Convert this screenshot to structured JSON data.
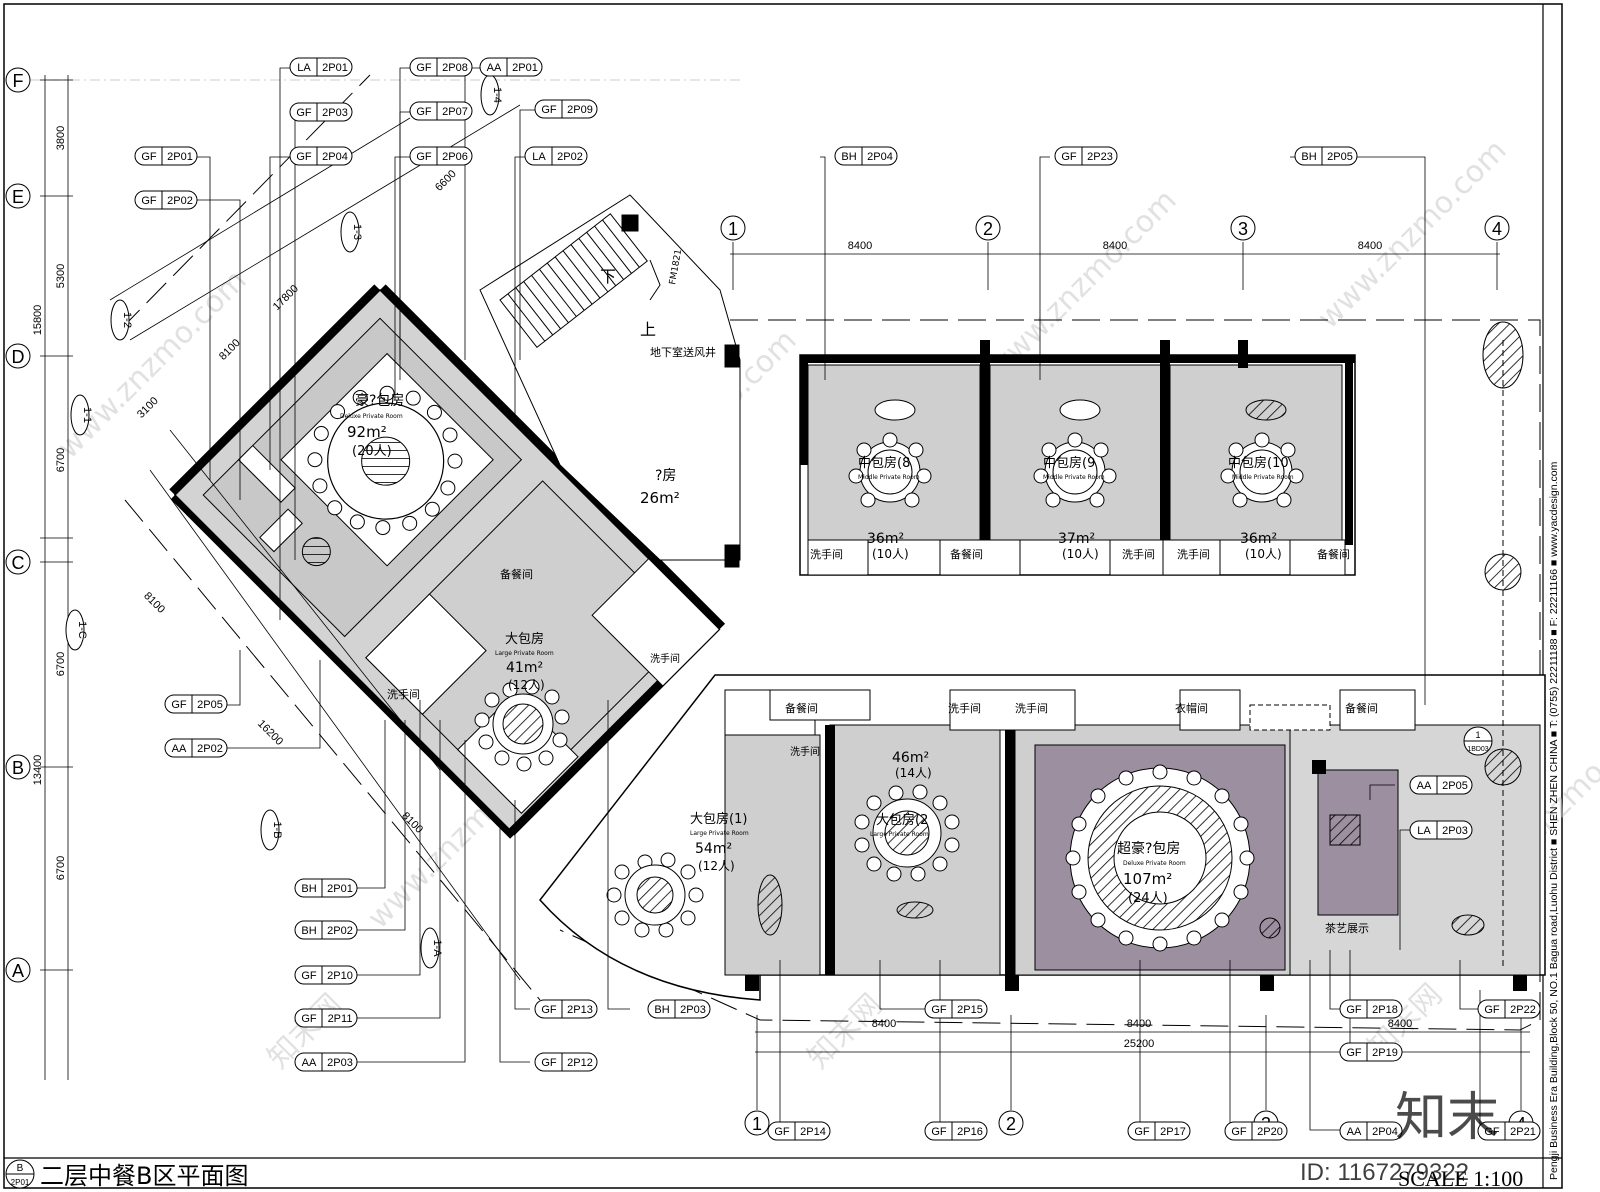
{
  "title": {
    "label": "二层中餐B区平面图",
    "bubble_top": "B",
    "bubble_bottom": "2P01",
    "scale": "SCALE 1:100"
  },
  "right_strip": {
    "text": "Pengji Business Era Building,Block 50, NO.1 Bagua road,Luohu District ■ SHEN ZHEN CHINA ■ T: (0755) 22211188 ■ F: 22211166 ■ www.yacdesign.com"
  },
  "watermark": {
    "site": "www.znzmo.com",
    "brand": "知末网",
    "logo": "知末",
    "id": "ID: 1167279322"
  },
  "grid_left": {
    "letters": [
      "F",
      "E",
      "D",
      "C",
      "B",
      "A"
    ],
    "dims_inner": [
      "3800",
      "5300",
      "6700",
      "6700",
      "6700"
    ],
    "dims_outer": [
      "15800",
      "13400"
    ]
  },
  "grid_top": {
    "numbers": [
      "1",
      "2",
      "3",
      "4"
    ],
    "dims": [
      "8400",
      "8400",
      "8400"
    ]
  },
  "grid_bottom": {
    "numbers": [
      "1",
      "2",
      "3",
      "4"
    ],
    "dims": [
      "8400",
      "8400",
      "8400"
    ],
    "total": "25200"
  },
  "diag_dims": [
    "6600",
    "17800",
    "8100",
    "3100",
    "8100",
    "16200",
    "8100"
  ],
  "tags": {
    "la_2p01": [
      "LA",
      "2P01"
    ],
    "gf_2p08": [
      "GF",
      "2P08"
    ],
    "aa_2p01": [
      "AA",
      "2P01"
    ],
    "gf_2p03": [
      "GF",
      "2P03"
    ],
    "gf_2p07": [
      "GF",
      "2P07"
    ],
    "gf_2p09": [
      "GF",
      "2P09"
    ],
    "gf_2p01": [
      "GF",
      "2P01"
    ],
    "gf_2p04": [
      "GF",
      "2P04"
    ],
    "gf_2p06": [
      "GF",
      "2P06"
    ],
    "la_2p02": [
      "LA",
      "2P02"
    ],
    "gf_2p02": [
      "GF",
      "2P02"
    ],
    "bh_2p04": [
      "BH",
      "2P04"
    ],
    "gf_2p23": [
      "GF",
      "2P23"
    ],
    "bh_2p05": [
      "BH",
      "2P05"
    ],
    "gf_2p05": [
      "GF",
      "2P05"
    ],
    "aa_2p02": [
      "AA",
      "2P02"
    ],
    "aa_2p05": [
      "AA",
      "2P05"
    ],
    "la_2p03": [
      "LA",
      "2P03"
    ],
    "bh_2p01": [
      "BH",
      "2P01"
    ],
    "bh_2p02": [
      "BH",
      "2P02"
    ],
    "gf_2p10": [
      "GF",
      "2P10"
    ],
    "gf_2p11": [
      "GF",
      "2P11"
    ],
    "aa_2p03": [
      "AA",
      "2P03"
    ],
    "gf_2p13": [
      "GF",
      "2P13"
    ],
    "gf_2p12": [
      "GF",
      "2P12"
    ],
    "bh_2p03": [
      "BH",
      "2P03"
    ],
    "gf_2p15": [
      "GF",
      "2P15"
    ],
    "gf_2p18": [
      "GF",
      "2P18"
    ],
    "gf_2p22": [
      "GF",
      "2P22"
    ],
    "gf_2p19": [
      "GF",
      "2P19"
    ],
    "gf_2p14": [
      "GF",
      "2P14"
    ],
    "gf_2p16": [
      "GF",
      "2P16"
    ],
    "gf_2p17": [
      "GF",
      "2P17"
    ],
    "gf_2p20": [
      "GF",
      "2P20"
    ],
    "aa_2p04": [
      "AA",
      "2P04"
    ],
    "gf_2p21": [
      "GF",
      "2P21"
    ]
  },
  "section_marks": [
    "1-4",
    "1-3",
    "1-2",
    "1-1",
    "1-C",
    "1-B",
    "1-A"
  ],
  "detail_callout": {
    "top": "1",
    "bottom": "1BD03"
  },
  "rooms": {
    "deluxe1": {
      "name": "豪?包房",
      "en": "Deluxe Private Room",
      "area": "92m²",
      "cap": "(20人)"
    },
    "large_41": {
      "name": "大包房",
      "en": "Large Private Room",
      "area": "41m²",
      "cap": "(12人)"
    },
    "large_1": {
      "name": "大包房(1)",
      "en": "Large Private Room",
      "area": "54m²",
      "cap": "(12人)"
    },
    "large_2": {
      "name": "大包房(2",
      "en": "Large Private Room",
      "area": "46m²",
      "cap": "(14人)"
    },
    "super_deluxe": {
      "name": "超豪?包房",
      "en": "Deluxe Private Room",
      "area": "107m²",
      "cap": "(24人)"
    },
    "mid_8": {
      "name": "中包房(8",
      "en": "Middle Private Room",
      "area": "36m²",
      "cap": "(10人)"
    },
    "mid_9": {
      "name": "中包房(9",
      "en": "Middle Private Room",
      "area": "37m²",
      "cap": "(10人)"
    },
    "mid_10": {
      "name": "中包房(10",
      "en": "Middle Private Room",
      "area": "36m²",
      "cap": "(10人)"
    },
    "room_26": {
      "name": "?房",
      "area": "26m²"
    },
    "pantry": "备餐间",
    "washroom": "洗手间",
    "cloak": "衣帽间",
    "tea": "茶艺展示",
    "shaft": "地下室送风井",
    "stair_down": "下",
    "stair_up": "上",
    "door_code": "FM1821"
  }
}
